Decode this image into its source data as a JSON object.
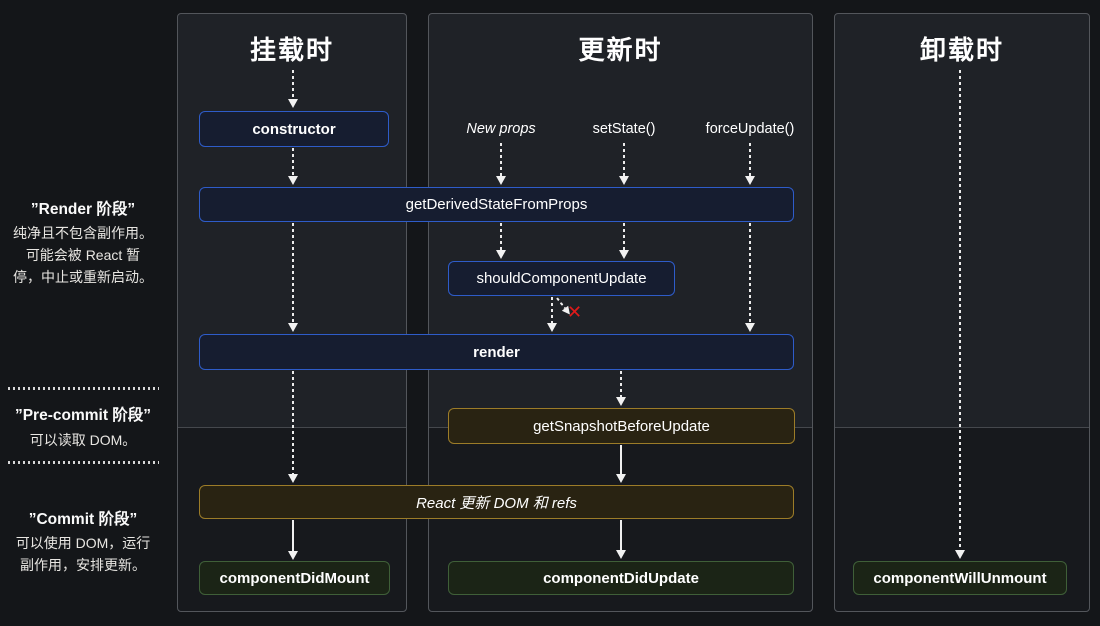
{
  "sidebar": {
    "phases": [
      {
        "label": "”Render 阶段”",
        "desc_lines": [
          "纯净且不包含副作用。",
          "可能会被 React 暂",
          "停，中止或重新启动。"
        ]
      },
      {
        "label": "”Pre-commit 阶段”",
        "desc_lines": [
          "可以读取 DOM。"
        ]
      },
      {
        "label": "”Commit 阶段”",
        "desc_lines": [
          "可以使用 DOM，运行",
          "副作用，安排更新。"
        ]
      }
    ]
  },
  "columns": [
    {
      "title": "挂载时"
    },
    {
      "title": "更新时"
    },
    {
      "title": "卸载时"
    }
  ],
  "triggers": [
    {
      "label": "New props"
    },
    {
      "label": "setState()"
    },
    {
      "label": "forceUpdate()"
    }
  ],
  "methods": {
    "ctor": "constructor",
    "get_derived_state_from_props": "getDerivedStateFromProps",
    "should_component_update": "shouldComponentUpdate",
    "render": "render",
    "get_snapshot_before_update": "getSnapshotBeforeUpdate",
    "react_updates_dom": "React 更新 DOM 和 refs",
    "component_did_mount": "componentDidMount",
    "component_did_update": "componentDidUpdate",
    "component_will_unmount": "componentWillUnmount"
  },
  "icons": {
    "halt_x": "✕"
  },
  "colors": {
    "background": "#141619",
    "panel_bg_top": "#1f2227",
    "panel_bg_bottom": "#17191d",
    "panel_border": "#53565b",
    "render_phase_border": "#2e5cc9",
    "render_phase_fill": "#161d30",
    "precommit_border": "#9c7c28",
    "precommit_fill": "#292312",
    "commit_border": "#3f5f38",
    "commit_fill": "#1b2416",
    "arrow": "#ececec",
    "halt_x": "#e01a1a"
  }
}
